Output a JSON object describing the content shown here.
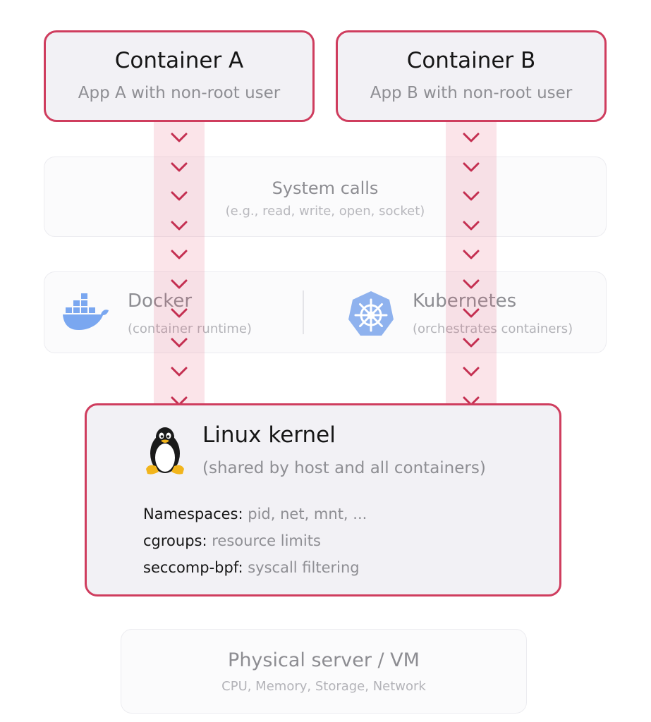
{
  "containers": [
    {
      "title": "Container A",
      "subtitle": "App A with non-root user"
    },
    {
      "title": "Container B",
      "subtitle": "App B with non-root user"
    }
  ],
  "syscalls": {
    "title": "System calls",
    "subtitle": "(e.g., read, write, open, socket)"
  },
  "runtime": {
    "docker": {
      "title": "Docker",
      "subtitle": "(container runtime)",
      "icon": "docker-whale-icon"
    },
    "kubernetes": {
      "title": "Kubernetes",
      "subtitle": "(orchestrates containers)",
      "icon": "kubernetes-helm-icon"
    }
  },
  "kernel": {
    "title": "Linux kernel",
    "subtitle": "(shared by host and all containers)",
    "icon": "tux-penguin-icon",
    "features": [
      {
        "key": "Namespaces:",
        "value": "pid, net, mnt, ..."
      },
      {
        "key": "cgroups:",
        "value": "resource limits"
      },
      {
        "key": "seccomp-bpf:",
        "value": "syscall filtering"
      }
    ]
  },
  "physical": {
    "title": "Physical server / VM",
    "subtitle": "CPU, Memory, Storage, Network"
  },
  "colors": {
    "accent": "#cf3d5e",
    "lane": "#f9dce3",
    "box_fill": "#f2f1f5",
    "docker_blue": "#7aa7f0",
    "kubernetes_blue": "#8fb2ee"
  }
}
